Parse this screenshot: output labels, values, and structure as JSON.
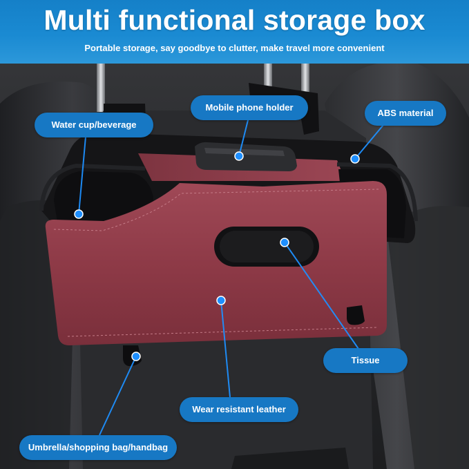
{
  "header": {
    "title": "Multi functional storage box",
    "subtitle": "Portable storage, say goodbye to clutter, make travel more convenient"
  },
  "callouts": {
    "mobile_phone_holder": "Mobile phone holder",
    "abs_material": "ABS material",
    "water_cup": "Water cup/beverage",
    "tissue": "Tissue",
    "wear_resistant_leather": "Wear resistant leather",
    "umbrella_hooks": "Umbrella/shopping bag/handbag"
  },
  "colors": {
    "accent_blue": "#1778c4",
    "leather": "#8e3a46",
    "header_blue": "#1a8ad2"
  }
}
